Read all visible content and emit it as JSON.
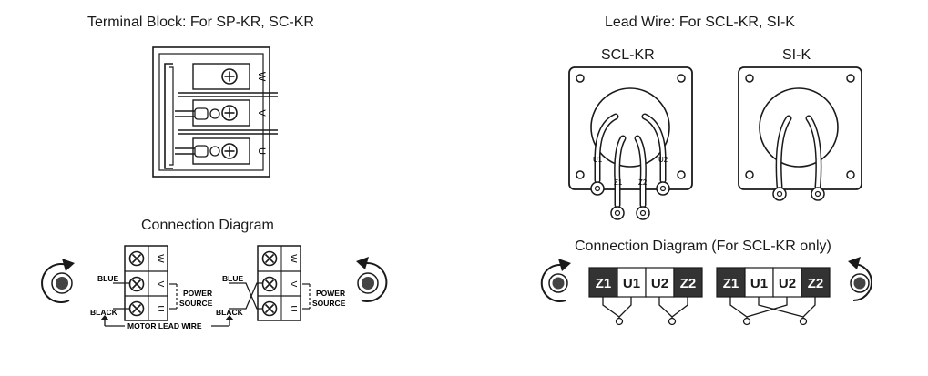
{
  "left": {
    "terminal_title": "Terminal Block: For SP-KR, SC-KR",
    "terminal_letters": [
      "W",
      "V",
      "U"
    ],
    "connection_title": "Connection Diagram",
    "diagram_a": {
      "terminals": [
        "W",
        "V",
        "U"
      ],
      "blue_label": "BLUE",
      "black_label": "BLACK",
      "power_label_1": "POWER",
      "power_label_2": "SOURCE"
    },
    "diagram_b": {
      "terminals": [
        "W",
        "V",
        "U"
      ],
      "blue_label": "BLUE",
      "black_label": "BLACK",
      "power_label_1": "POWER",
      "power_label_2": "SOURCE"
    },
    "motor_lead_label": "MOTOR LEAD WIRE"
  },
  "right": {
    "lead_title": "Lead Wire: For SCL-KR, SI-K",
    "scl_label": "SCL-KR",
    "si_label": "SI-K",
    "scl_wire_tags": [
      "U1",
      "Z1",
      "Z2",
      "U2"
    ],
    "connection_title": "Connection Diagram (For SCL-KR only)",
    "strip_a": [
      "Z1",
      "U1",
      "U2",
      "Z2"
    ],
    "strip_b": [
      "Z1",
      "U1",
      "U2",
      "Z2"
    ]
  },
  "colors": {
    "dark_box": "#333333",
    "line": "#1a1a1a"
  }
}
